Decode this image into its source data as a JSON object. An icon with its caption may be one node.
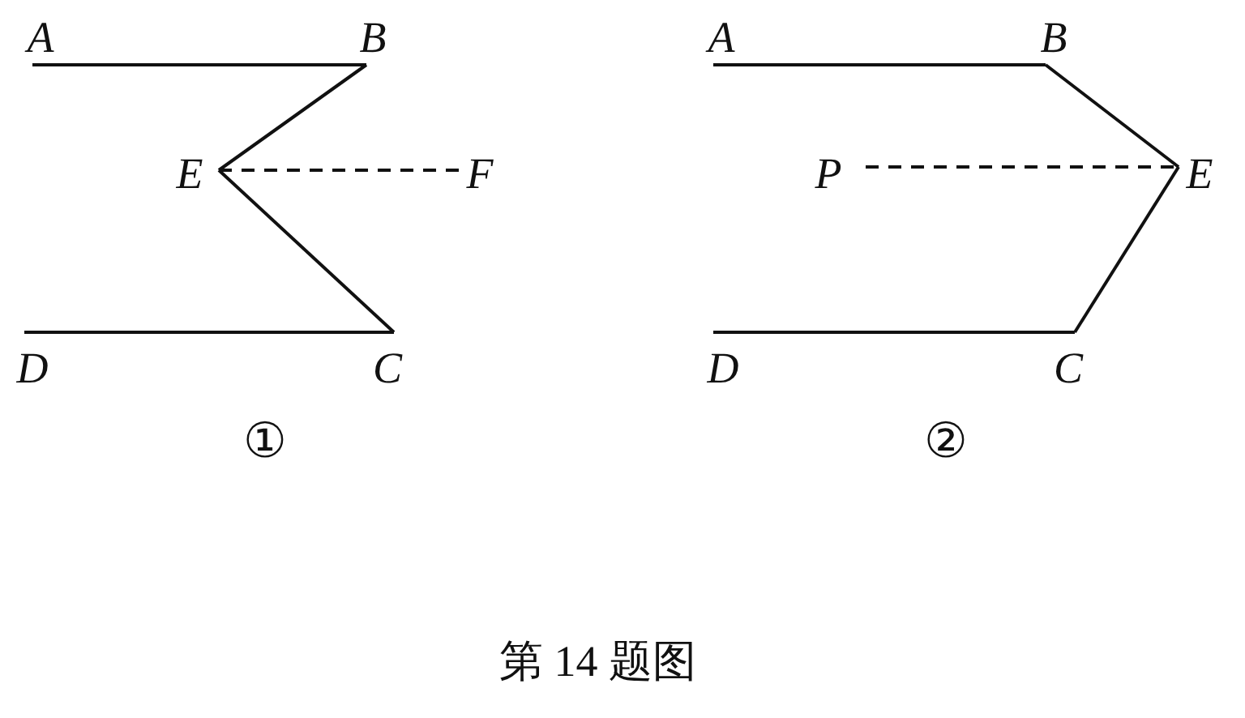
{
  "diagram": {
    "caption": "第 14 题图",
    "nodes": [
      {
        "text": [
          "A"
        ]
      },
      {
        "text": [
          "B"
        ]
      },
      {
        "text": [
          "E"
        ]
      },
      {
        "text": [
          "F"
        ]
      },
      {
        "text": [
          "D"
        ]
      },
      {
        "text": [
          "C"
        ]
      },
      {
        "text": [
          "A"
        ]
      },
      {
        "text": [
          "B"
        ]
      },
      {
        "text": [
          "P"
        ]
      },
      {
        "text": [
          "E"
        ]
      },
      {
        "text": [
          "D"
        ]
      },
      {
        "text": [
          "C"
        ]
      }
    ],
    "edges": [
      {
        "from": 0,
        "to": 1,
        "arrow": "none"
      },
      {
        "from": 1,
        "to": 2,
        "arrow": "none"
      },
      {
        "from": 2,
        "to": 3,
        "arrow": "none",
        "style": "dashed"
      },
      {
        "from": 2,
        "to": 5,
        "arrow": "none"
      },
      {
        "from": 4,
        "to": 5,
        "arrow": "none"
      },
      {
        "from": 6,
        "to": 7,
        "arrow": "none"
      },
      {
        "from": 7,
        "to": 9,
        "arrow": "none"
      },
      {
        "from": 8,
        "to": 9,
        "arrow": "none",
        "style": "dashed"
      },
      {
        "from": 9,
        "to": 11,
        "arrow": "none"
      },
      {
        "from": 10,
        "to": 11,
        "arrow": "none"
      }
    ],
    "labels": [
      "①",
      "②"
    ]
  }
}
